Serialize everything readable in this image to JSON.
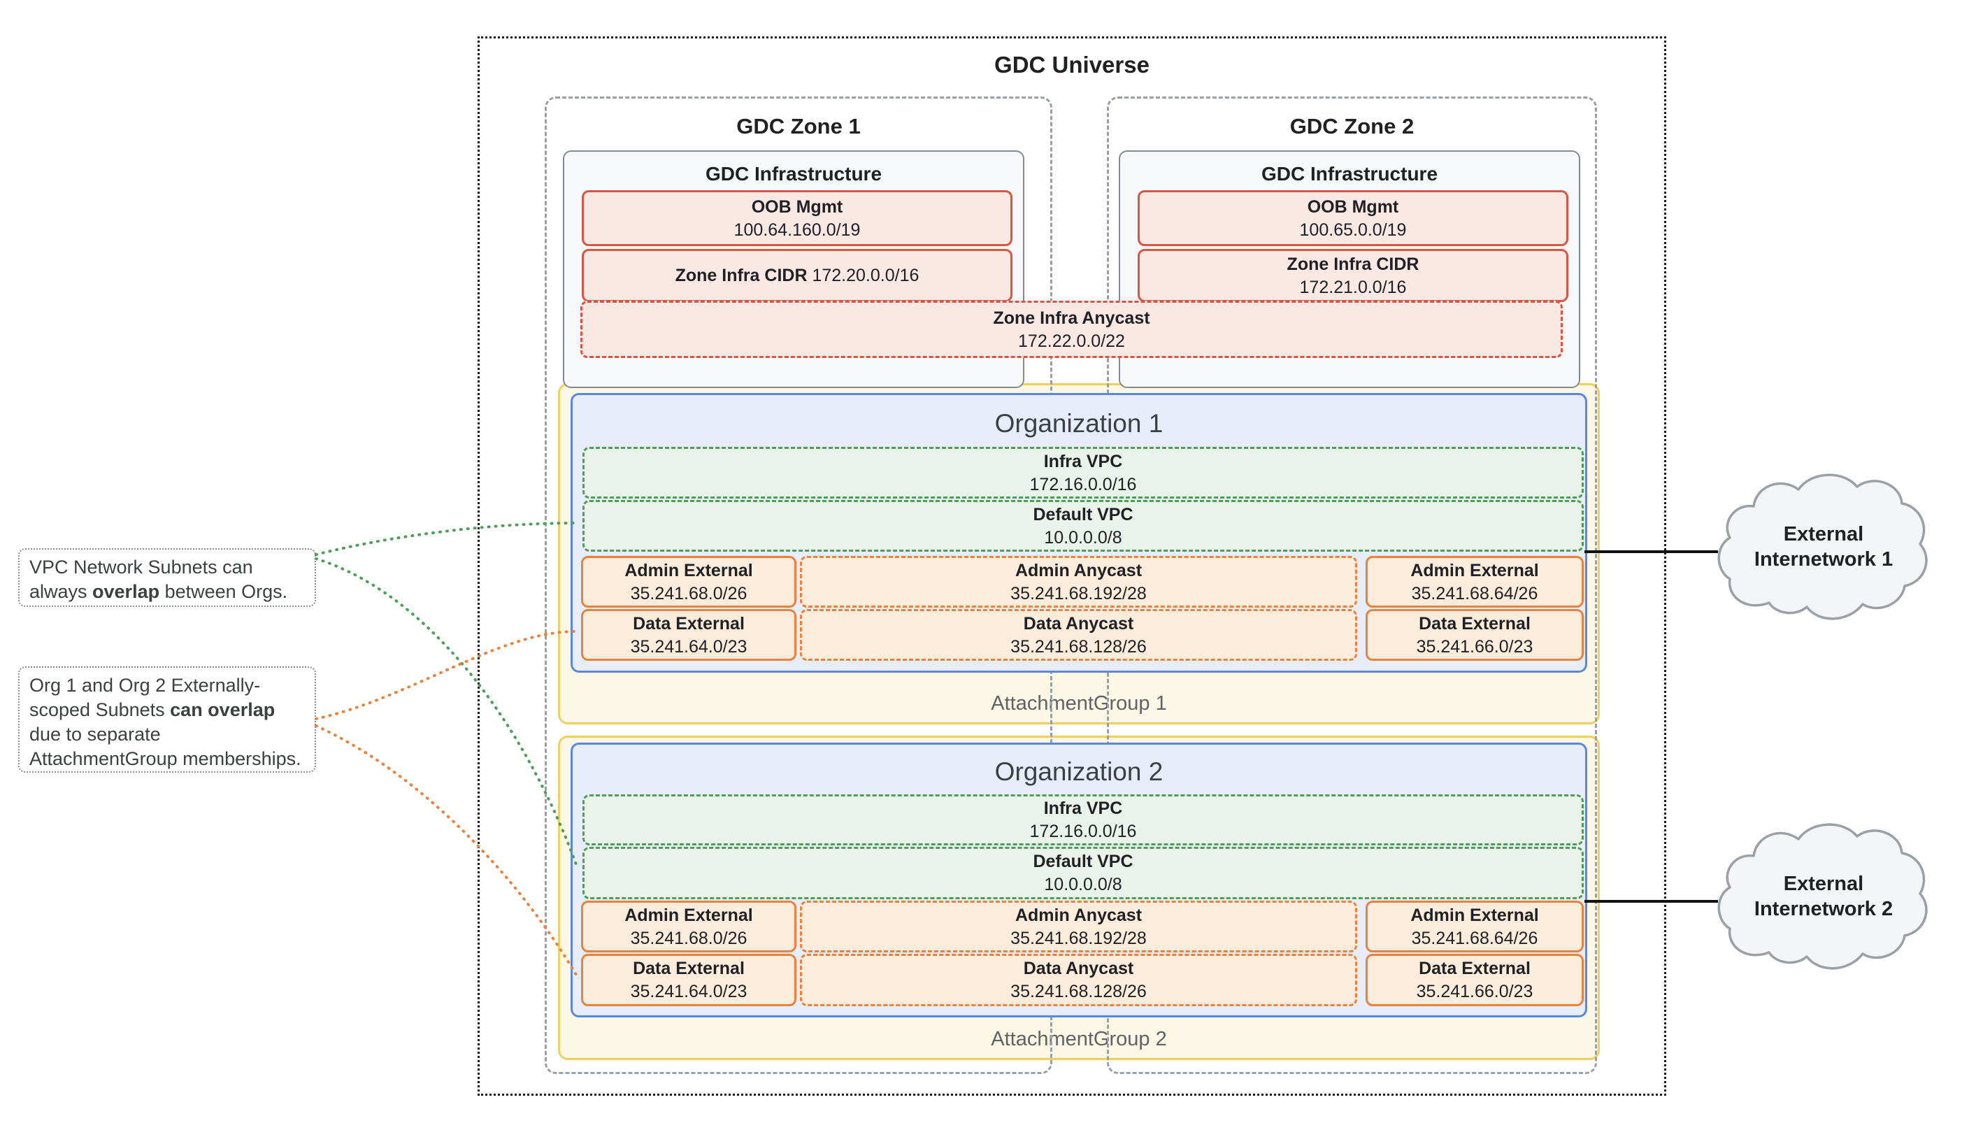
{
  "title": "GDC Universe",
  "zones": [
    {
      "label": "GDC Zone 1",
      "infra_title": "GDC Infrastructure",
      "oob_label": "OOB Mgmt",
      "oob_cidr": "100.64.160.0/19",
      "zone_cidr_label": "Zone Infra CIDR",
      "zone_cidr_value": "172.20.0.0/16"
    },
    {
      "label": "GDC Zone 2",
      "infra_title": "GDC Infrastructure",
      "oob_label": "OOB Mgmt",
      "oob_cidr": "100.65.0.0/19",
      "zone_cidr_label": "Zone Infra CIDR",
      "zone_cidr_value": "172.21.0.0/16"
    }
  ],
  "zone_anycast": {
    "label": "Zone Infra Anycast",
    "cidr": "172.22.0.0/22"
  },
  "organizations": [
    {
      "name": "Organization 1",
      "attachment_group": "AttachmentGroup 1",
      "vpcs": [
        {
          "label": "Infra VPC",
          "cidr": "172.16.0.0/16"
        },
        {
          "label": "Default VPC",
          "cidr": "10.0.0.0/8"
        }
      ],
      "subnets": [
        {
          "label": "Admin External",
          "cidr": "35.241.68.0/26"
        },
        {
          "label": "Admin Anycast",
          "cidr": "35.241.68.192/28"
        },
        {
          "label": "Admin External",
          "cidr": "35.241.68.64/26"
        },
        {
          "label": "Data External",
          "cidr": "35.241.64.0/23"
        },
        {
          "label": "Data Anycast",
          "cidr": "35.241.68.128/26"
        },
        {
          "label": "Data External",
          "cidr": "35.241.66.0/23"
        }
      ]
    },
    {
      "name": "Organization 2",
      "attachment_group": "AttachmentGroup 2",
      "vpcs": [
        {
          "label": "Infra VPC",
          "cidr": "172.16.0.0/16"
        },
        {
          "label": "Default VPC",
          "cidr": "10.0.0.0/8"
        }
      ],
      "subnets": [
        {
          "label": "Admin External",
          "cidr": "35.241.68.0/26"
        },
        {
          "label": "Admin Anycast",
          "cidr": "35.241.68.192/28"
        },
        {
          "label": "Admin External",
          "cidr": "35.241.68.64/26"
        },
        {
          "label": "Data External",
          "cidr": "35.241.64.0/23"
        },
        {
          "label": "Data Anycast",
          "cidr": "35.241.68.128/26"
        },
        {
          "label": "Data External",
          "cidr": "35.241.66.0/23"
        }
      ]
    }
  ],
  "annotations": [
    {
      "text_before": "VPC Network Subnets can always ",
      "bold": "overlap",
      "text_after": " between Orgs."
    },
    {
      "text_before": "Org 1 and Org 2 Externally-scoped Subnets ",
      "bold": "can overlap",
      "text_after": " due to separate AttachmentGroup memberships."
    }
  ],
  "clouds": [
    {
      "line1": "External",
      "line2": "Internetwork 1"
    },
    {
      "line1": "External",
      "line2": "Internetwork 2"
    }
  ],
  "colors": {
    "red_border": "#d65745",
    "red_fill": "#f9e8e4",
    "green_border": "#4e9e58",
    "green_fill": "#e9f3ea",
    "orange_border": "#e8823c",
    "orange_fill": "#fcecdc",
    "blue_border": "#5b87e0",
    "blue_fill": "#e8edfb",
    "yellow_border": "#f0d060",
    "yellow_fill": "#fdf8e5",
    "gray_border": "#9aa0a6",
    "infra_fill": "#f6f8f9",
    "text": "#202124",
    "muted_text": "#5f6368"
  }
}
